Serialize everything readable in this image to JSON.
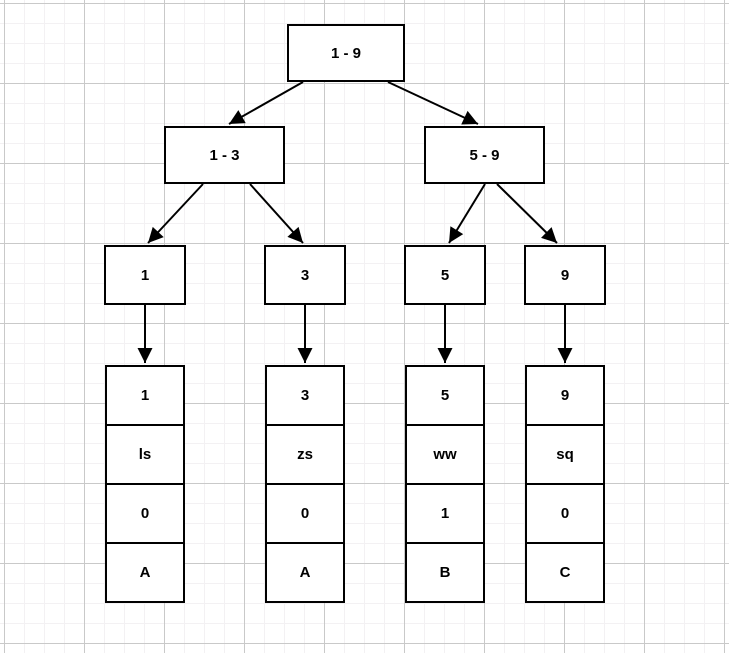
{
  "canvas": {
    "colors": {
      "shape_stroke": "#000000",
      "shape_fill": "#ffffff",
      "grid_minor": "#f3f1f3",
      "grid_major": "#c9c9c9"
    }
  },
  "tree": {
    "root": {
      "label": "1 - 9"
    },
    "internal": [
      {
        "label": "1 - 3"
      },
      {
        "label": "5 - 9"
      }
    ],
    "leaves": [
      {
        "label": "1"
      },
      {
        "label": "3"
      },
      {
        "label": "5"
      },
      {
        "label": "9"
      }
    ],
    "records": [
      {
        "cells": [
          "1",
          "ls",
          "0",
          "A"
        ]
      },
      {
        "cells": [
          "3",
          "zs",
          "0",
          "A"
        ]
      },
      {
        "cells": [
          "5",
          "ww",
          "1",
          "B"
        ]
      },
      {
        "cells": [
          "9",
          "sq",
          "0",
          "C"
        ]
      }
    ]
  }
}
